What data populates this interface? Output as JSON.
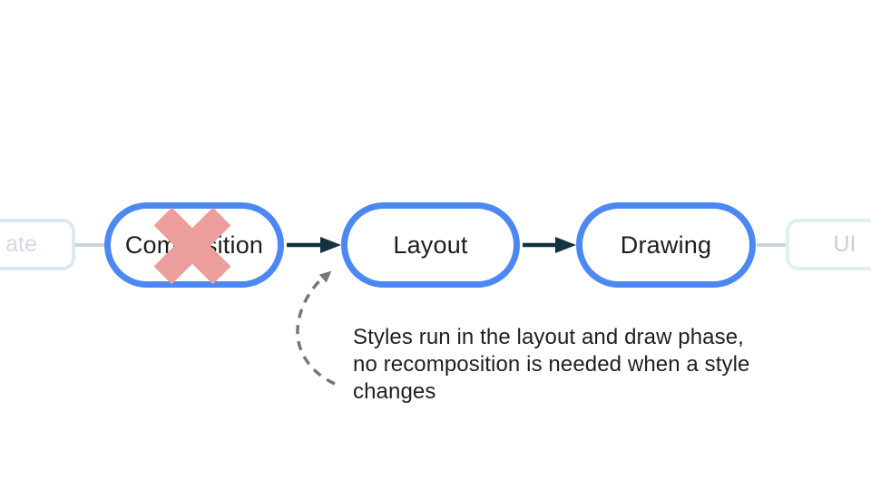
{
  "diagram": {
    "nodes": [
      {
        "label": "ate",
        "style": "faded-blue",
        "crossed_out": false
      },
      {
        "label": "Composition",
        "style": "primary",
        "crossed_out": true
      },
      {
        "label": "Layout",
        "style": "primary",
        "crossed_out": false
      },
      {
        "label": "Drawing",
        "style": "primary",
        "crossed_out": false
      },
      {
        "label": "UI",
        "style": "faded-green",
        "crossed_out": false
      }
    ],
    "connectors": [
      {
        "from": "ate",
        "to": "Composition",
        "style": "light-line"
      },
      {
        "from": "Composition",
        "to": "Layout",
        "style": "dark-arrow"
      },
      {
        "from": "Layout",
        "to": "Drawing",
        "style": "dark-arrow"
      },
      {
        "from": "Drawing",
        "to": "UI",
        "style": "light-line"
      }
    ],
    "annotation": {
      "lines": [
        "Styles run in the layout and draw phase,",
        "no recomposition is needed when a style",
        "changes"
      ],
      "text": "Styles run in the layout and draw phase, no recomposition is needed when a style changes",
      "pointer": "dashed curved arrow pointing at the Composition-to-Layout transition"
    },
    "colors": {
      "background": "#ffffff",
      "node_border_primary": "#4c88f2",
      "node_border_faded_blue": "#dee8f4",
      "node_border_faded_green": "#def2e6",
      "node_text_primary": "#1e1e1e",
      "node_text_faded_blue": "#d3dae3",
      "node_text_faded_green": "#c9ced3",
      "arrow_dark": "#13313f",
      "connector_light": "#cdd3da",
      "cross_mark": "#eb9e9b",
      "dashed_arrow": "#777777",
      "annotation_text": "#1f1f1f"
    }
  }
}
